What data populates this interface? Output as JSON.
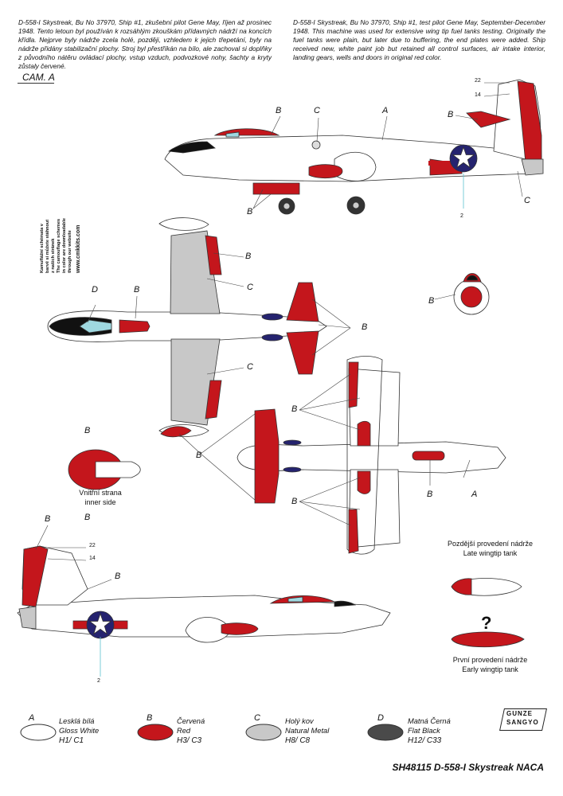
{
  "text_cz": "D-558-I Skystreak, Bu No 37970, Ship #1, zkušební pilot Gene May, říjen až prosinec 1948. Tento letoun byl používán k rozsáhlým zkouškám přídavných nádrží na koncích křídla. Nejprve byly nádrže zcela holé, později, vzhledem k jejich třepetání, byly na nádrže přidány stabilizační plochy. Stroj byl přestříkán na bílo, ale zachoval si doplňky z původního nátěru ovládací plochy, vstup vzduch, podvozkové nohy, šachty a kryty zůstaly červené.",
  "text_en": "D-558-I Skystreak, Bu No 37970, Ship #1, test pilot Gene May, September-December 1948. This machine was used for extensive wing tip fuel tanks testing. Originally the fuel tanks were plain, but later due to buffering, the end plates were added. Ship received new, white paint job but retained all control surfaces, air intake interior, landing gears, wells and doors in original red color.",
  "scheme_label": "CAM. A",
  "side_note": [
    "Kamuflážní schémata v",
    "barvě si můžete stáhnout",
    "z našich stránek",
    "The camouflage schemes",
    "in color are downloadable",
    "through our website",
    "www.cmkkits.com"
  ],
  "callouts": {
    "a": "A",
    "b": "B",
    "c": "C",
    "d": "D",
    "n22": "22",
    "n14": "14",
    "n2": "2"
  },
  "inner_side": [
    "Vnitřní strana",
    "inner side"
  ],
  "late_tank": [
    "Pozdější provedení nádrže",
    "Late wingtip tank"
  ],
  "early_tank": [
    "První provedení nádrže",
    "Early wingtip tank"
  ],
  "question": "?",
  "colors": {
    "white": "#ffffff",
    "red": "#c4161c",
    "metal": "#c8c8c8",
    "black": "#4a4a4a",
    "star_blue": "#25236f"
  },
  "legend": [
    {
      "letter": "A",
      "cz": "Lesklá bílá",
      "en": "Gloss White",
      "code": "H1/ C1"
    },
    {
      "letter": "B",
      "cz": "Červená",
      "en": "Red",
      "code": "H3/ C3"
    },
    {
      "letter": "C",
      "cz": "Holý kov",
      "en": "Natural Metal",
      "code": "H8/ C8"
    },
    {
      "letter": "D",
      "cz": "Matná Černá",
      "en": "Flat Black",
      "code": "H12/ C33"
    }
  ],
  "brand": [
    "GUNZE",
    "SANGYO"
  ],
  "product_code": "SH48115 D-558-I Skystreak NACA"
}
